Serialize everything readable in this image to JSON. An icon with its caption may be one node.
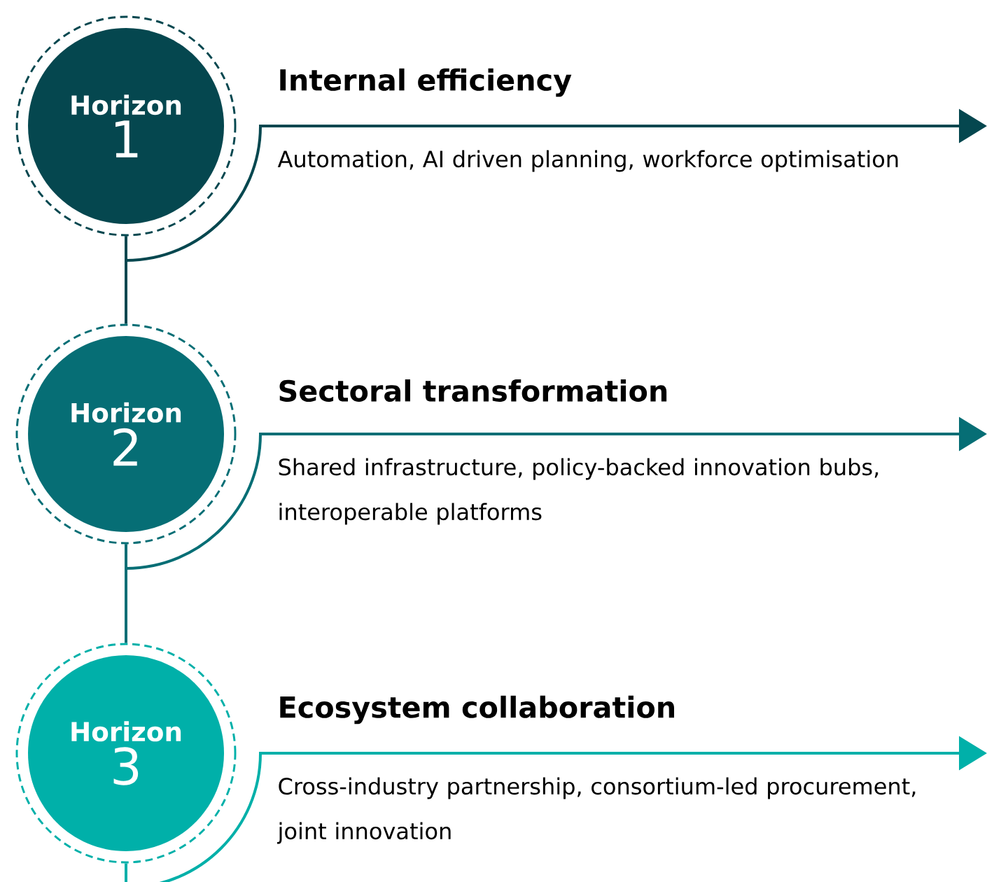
{
  "diagram": {
    "nodes": [
      {
        "text": [
          "Horizon",
          "1"
        ],
        "beside": [
          "Internal efficiency",
          "Automation, AI driven planning, workforce optimisation"
        ]
      },
      {
        "text": [
          "Horizon",
          "2"
        ],
        "beside": [
          "Sectoral transformation",
          "Shared infrastructure, policy-backed innovation bubs, interoperable platforms"
        ]
      },
      {
        "text": [
          "Horizon",
          "3"
        ],
        "beside": [
          "Ecosystem collaboration",
          "Cross-industry partnership, consortium-led procurement, joint innovation"
        ]
      }
    ],
    "edges": [
      {
        "from": 0,
        "to": 1,
        "arrow": "none",
        "color": "#05474f"
      },
      {
        "from": 1,
        "to": 2,
        "arrow": "none",
        "color": "#066e75"
      },
      {
        "from": 0,
        "to": null,
        "arrow": "to",
        "color": "#05474f"
      },
      {
        "from": 1,
        "to": null,
        "arrow": "to",
        "color": "#066e75"
      },
      {
        "from": 2,
        "to": null,
        "arrow": "to",
        "color": "#00b0a9"
      }
    ]
  }
}
